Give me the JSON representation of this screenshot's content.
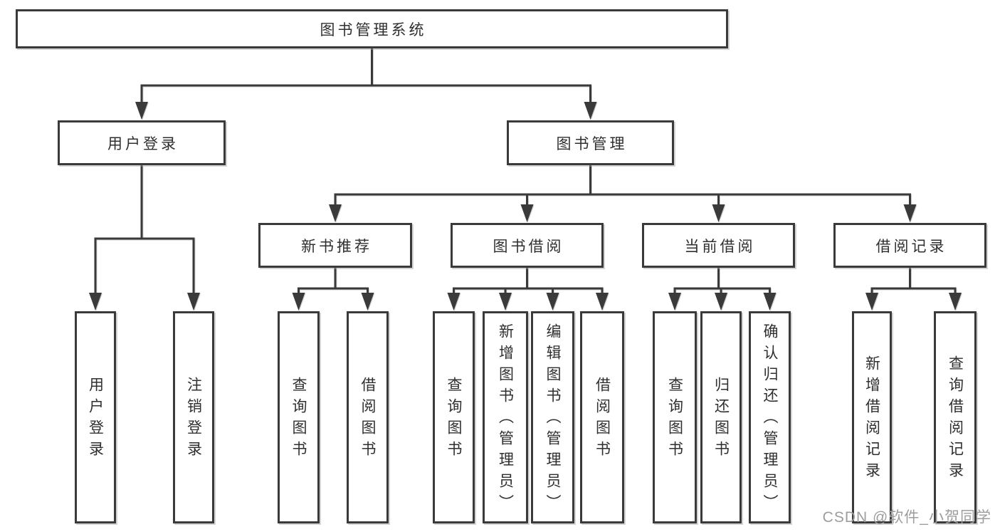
{
  "tree": {
    "root": {
      "label": "图书管理系统"
    },
    "user_login": {
      "label": "用户登录",
      "children": [
        {
          "label": "用户登录"
        },
        {
          "label": "注销登录"
        }
      ]
    },
    "book_management": {
      "label": "图书管理",
      "sections": [
        {
          "label": "新书推荐",
          "children": [
            {
              "label": "查询图书"
            },
            {
              "label": "借阅图书"
            }
          ]
        },
        {
          "label": "图书借阅",
          "children": [
            {
              "label": "查询图书"
            },
            {
              "label": "新增图书（管理员）"
            },
            {
              "label": "编辑图书（管理员）"
            },
            {
              "label": "借阅图书"
            }
          ]
        },
        {
          "label": "当前借阅",
          "children": [
            {
              "label": "查询图书"
            },
            {
              "label": "归还图书"
            },
            {
              "label": "确认归还（管理员）"
            }
          ]
        },
        {
          "label": "借阅记录",
          "children": [
            {
              "label": "新增借阅记录"
            },
            {
              "label": "查询借阅记录"
            }
          ]
        }
      ]
    }
  },
  "watermark": "CSDN @软件_小贺同学",
  "colors": {
    "line": "#3a3a3a",
    "text": "#2f2f2f",
    "watermark": "#9d9d9d",
    "background": "#ffffff"
  }
}
